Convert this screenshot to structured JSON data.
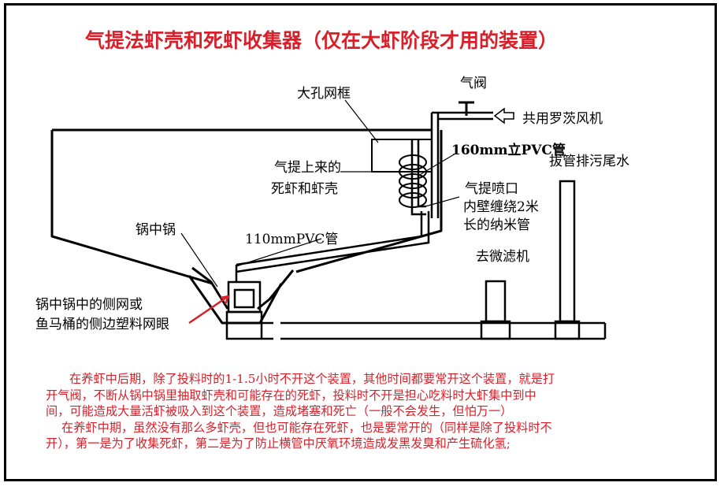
{
  "title": "气提法虾壳和死虾收集器（仅在大虾阶段才用的装置）",
  "labels": {
    "air_valve": "气阀",
    "blower": "共用罗茨风机",
    "big_mesh_frame": "大孔网框",
    "pvc_160": "160mm立PVC管",
    "drain": "拔管排污尾水",
    "lifted_1": "气提上来的",
    "lifted_2": "死虾和虾壳",
    "nozzle_1": "气提喷口",
    "nozzle_2": "内壁缠绕2米",
    "nozzle_3": "长的纳米管",
    "pot_in_pot": "锅中锅",
    "pvc_110": "110mmPVC管",
    "filter": "去微滤机",
    "side_mesh_1": "锅中锅中的侧网或",
    "side_mesh_2": "鱼马桶的侧边塑料网眼"
  },
  "description": {
    "p1_line1": "在养虾中后期，除了投料时的1-1.5小时不开这个装置，其他时间都要常开这个装置，就是打",
    "p1_line2": "开气阀，不断从锅中锅里抽取虾壳和可能存在的死虾，投料时不开是担心吃料时大虾集中到中",
    "p1_line3": "间，可能造成大量活虾被吸入到这个装置，造成堵塞和死亡（一般不会发生，但怕万一）",
    "p2_line1": "在养虾中期，虽然没有那么多虾壳，但也可能存在死虾，也是要常开的（同样是除了投料时不",
    "p2_line2": "开），第一是为了收集死虾，第二是为了防止横管中厌氧环境造成发黑发臭和产生硫化氢;"
  },
  "colors": {
    "title": "#d8202a",
    "text": "#d8202a",
    "arrow": "#d8202a",
    "line": "#000000"
  }
}
